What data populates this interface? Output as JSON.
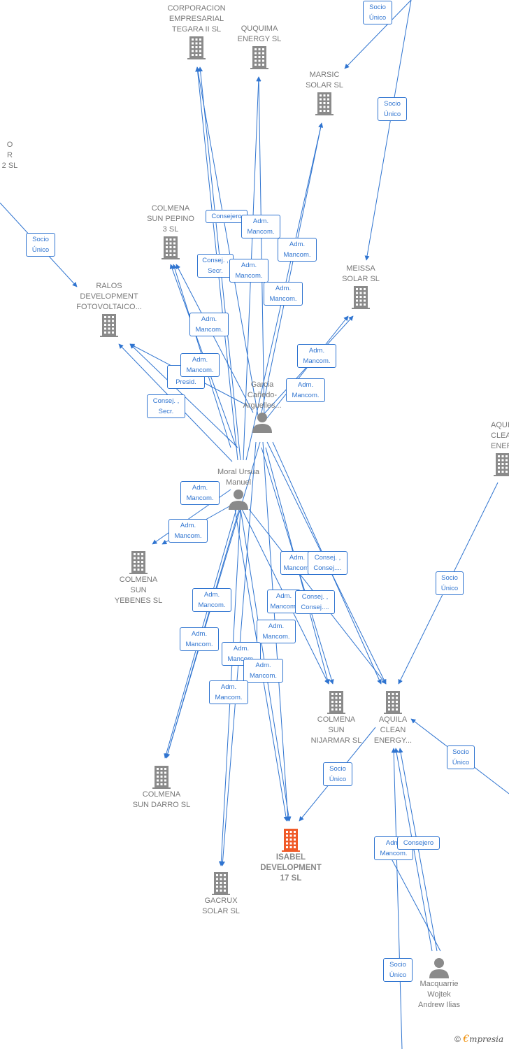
{
  "colors": {
    "edge": "#2f74d0",
    "company": "#8a8a8a",
    "focus_company": "#f05a28",
    "person": "#8a8a8a"
  },
  "companies": [
    {
      "id": "tegara",
      "label": "CORPORACION\nEMPRESARIAL\nTEGARA II  SL",
      "icon": "building-icon"
    },
    {
      "id": "ququima",
      "label": "QUQUIMA\nENERGY  SL",
      "icon": "building-icon"
    },
    {
      "id": "marsic",
      "label": "MARSIC\nSOLAR  SL",
      "icon": "building-icon"
    },
    {
      "id": "left12",
      "label": "O\nR\n2  SL",
      "icon": "building-icon"
    },
    {
      "id": "pepino",
      "label": "COLMENA\nSUN PEPINO\n3  SL",
      "icon": "building-icon"
    },
    {
      "id": "ralos",
      "label": "RALOS\nDEVELOPMENT\nFOTOVOLTAICO...",
      "icon": "building-icon"
    },
    {
      "id": "meissa",
      "label": "MEISSA\nSOLAR  SL",
      "icon": "building-icon"
    },
    {
      "id": "aquila_r",
      "label": "AQUI\nCLEA\nENERG",
      "icon": "building-icon"
    },
    {
      "id": "yebenes",
      "label": "COLMENA\nSUN\nYEBENES  SL",
      "icon": "building-icon"
    },
    {
      "id": "nijarmar",
      "label": "COLMENA\nSUN\nNIJARMAR  SL",
      "icon": "building-icon"
    },
    {
      "id": "aquila",
      "label": "AQUILA\nCLEAN\nENERGY...",
      "icon": "building-icon"
    },
    {
      "id": "darro",
      "label": "COLMENA\nSUN DARRO  SL",
      "icon": "building-icon"
    },
    {
      "id": "isabel",
      "label": "ISABEL\nDEVELOPMENT\n17  SL",
      "icon": "building-icon",
      "focus": true
    },
    {
      "id": "gacrux",
      "label": "GACRUX\nSOLAR  SL",
      "icon": "building-icon"
    }
  ],
  "persons": [
    {
      "id": "garcia",
      "label": "Garcia\nCañedo-\nArguelles...",
      "icon": "person-icon"
    },
    {
      "id": "moral",
      "label": "Moral Ursua\nManuel",
      "icon": "person-icon"
    },
    {
      "id": "macq",
      "label": "Macquarrie\nWojtek\nAndrew Ilias",
      "icon": "person-icon"
    }
  ],
  "relations": [
    {
      "id": "r1",
      "label": "Socio\nÚnico"
    },
    {
      "id": "r2",
      "label": "Socio\nÚnico"
    },
    {
      "id": "r3",
      "label": "Socio\nÚnico"
    },
    {
      "id": "r4",
      "label": "Consejero"
    },
    {
      "id": "r5",
      "label": "Adm.\nMancom."
    },
    {
      "id": "r6",
      "label": "Adm.\nMancom."
    },
    {
      "id": "r7",
      "label": "Consej. ,\nSecr."
    },
    {
      "id": "r8",
      "label": "Adm.\nMancom."
    },
    {
      "id": "r9",
      "label": "Adm.\nMancom."
    },
    {
      "id": "r10",
      "label": "Adm.\nMancom."
    },
    {
      "id": "r11",
      "label": "Adm.\nMancom."
    },
    {
      "id": "r12",
      "label": "Co\nPresid."
    },
    {
      "id": "r13",
      "label": "Adm.\nMancom."
    },
    {
      "id": "r14",
      "label": "Adm.\nMancom."
    },
    {
      "id": "r15",
      "label": "Consej. ,\nSecr."
    },
    {
      "id": "r16",
      "label": "Adm.\nMancom."
    },
    {
      "id": "r17",
      "label": "Adm.\nMancom."
    },
    {
      "id": "r18",
      "label": "Adm.\nMancom."
    },
    {
      "id": "r19",
      "label": "Consej. ,\nConsej...."
    },
    {
      "id": "r20",
      "label": "Socio\nÚnico"
    },
    {
      "id": "r21",
      "label": "Adm.\nMancom."
    },
    {
      "id": "r22",
      "label": "Adm.\nMancom."
    },
    {
      "id": "r23",
      "label": "Consej. ,\nConsej...."
    },
    {
      "id": "r24",
      "label": "Adm.\nMancom."
    },
    {
      "id": "r25",
      "label": "Adm.\nMancom."
    },
    {
      "id": "r26",
      "label": "Adm.\nMancom."
    },
    {
      "id": "r27",
      "label": "Adm.\nMancom."
    },
    {
      "id": "r28",
      "label": "Adm.\nMancom."
    },
    {
      "id": "r29",
      "label": "Socio\nÚnico"
    },
    {
      "id": "r30",
      "label": "Socio\nÚnico"
    },
    {
      "id": "r31",
      "label": "Adm.\nMancom."
    },
    {
      "id": "r32",
      "label": "Consejero"
    },
    {
      "id": "r33",
      "label": "Socio\nÚnico"
    }
  ],
  "watermark": {
    "symbol": "©",
    "brand_initial": "€",
    "brand_rest": "mpresia"
  }
}
